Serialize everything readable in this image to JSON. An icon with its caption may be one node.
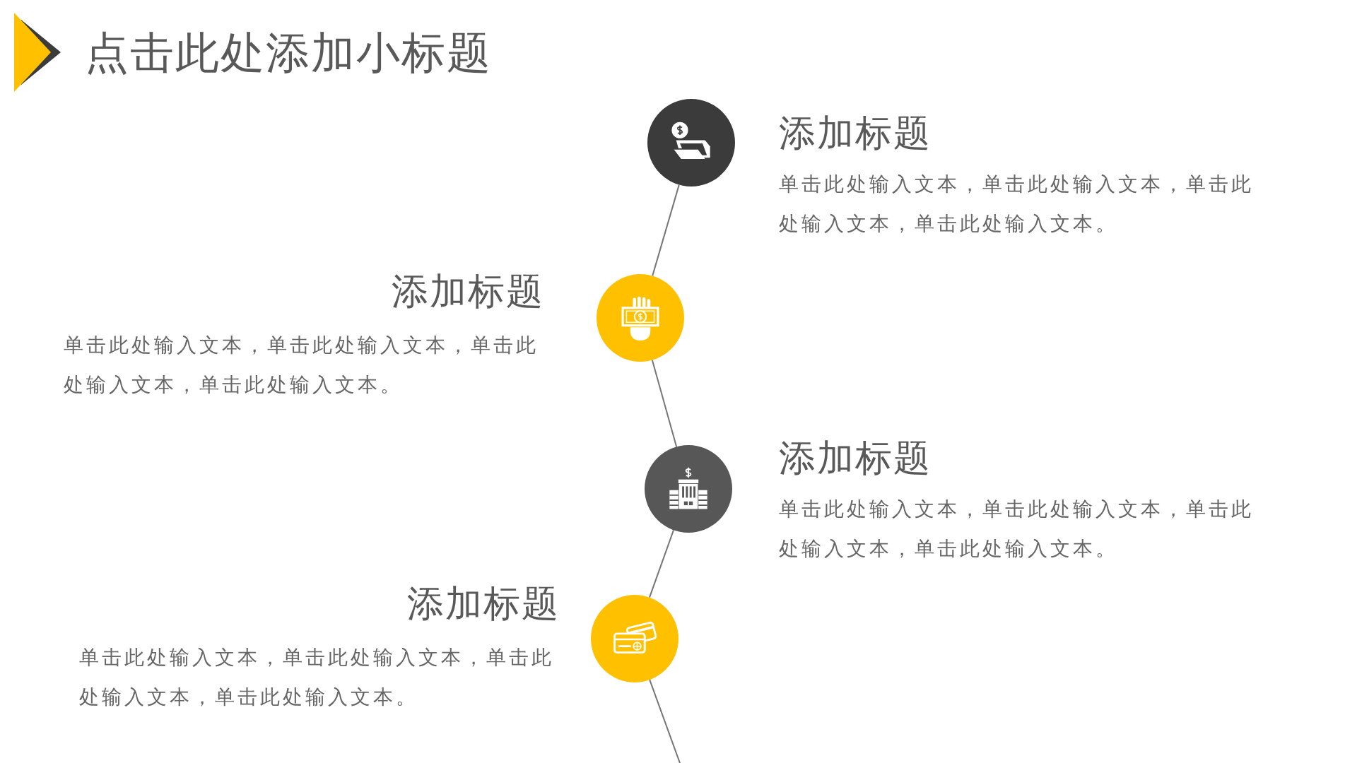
{
  "diagram": {
    "title": "点击此处添加小标题",
    "nodes": [
      {
        "text": [],
        "shape": "circle",
        "beside": [
          "添加标题",
          "单击此处输入文本，单击此处输入文本，单击此处输入文本，单击此处输入文本。"
        ]
      },
      {
        "text": [],
        "shape": "circle",
        "beside": [
          "添加标题",
          "单击此处输入文本，单击此处输入文本，单击此处输入文本，单击此处输入文本。"
        ]
      },
      {
        "text": [],
        "shape": "circle",
        "beside": [
          "添加标题",
          "单击此处输入文本，单击此处输入文本，单击此处输入文本，单击此处输入文本。"
        ]
      },
      {
        "text": [],
        "shape": "circle",
        "beside": [
          "添加标题",
          "单击此处输入文本，单击此处输入文本，单击此处输入文本，单击此处输入文本。"
        ]
      }
    ],
    "edges": [
      {
        "from": 0,
        "to": 1,
        "arrow": "none"
      },
      {
        "from": 1,
        "to": 2,
        "arrow": "none"
      },
      {
        "from": 2,
        "to": 3,
        "arrow": "none"
      },
      {
        "from": 3,
        "to": null,
        "arrow": "none"
      }
    ]
  }
}
